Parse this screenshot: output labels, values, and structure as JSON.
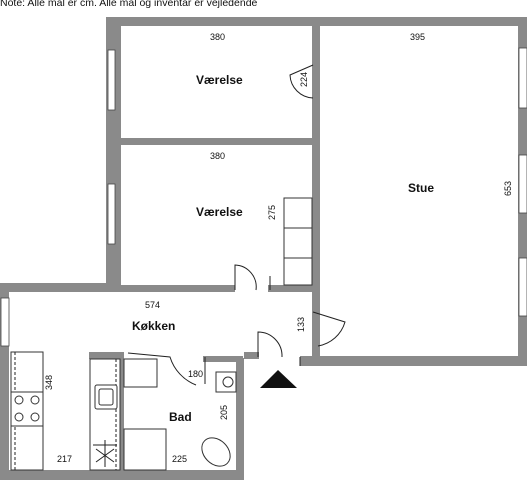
{
  "note": "Note: Alle mål er cm. Alle mål og inventar er vejledende",
  "rooms": {
    "vaerelse1": "Værelse",
    "vaerelse2": "Værelse",
    "stue": "Stue",
    "kokken": "Køkken",
    "bad": "Bad"
  },
  "dimensions": {
    "v1_width": "380",
    "v1_door": "224",
    "stue_width": "395",
    "v2_width": "380",
    "v2_side": "275",
    "stue_side": "653",
    "kokken_width": "574",
    "hall_side": "133",
    "kokken_side": "348",
    "bad_door": "180",
    "bad_side": "205",
    "kokken_bottom": "217",
    "bad_bottom": "225"
  },
  "entrance_icon": "entrance-arrow-icon"
}
